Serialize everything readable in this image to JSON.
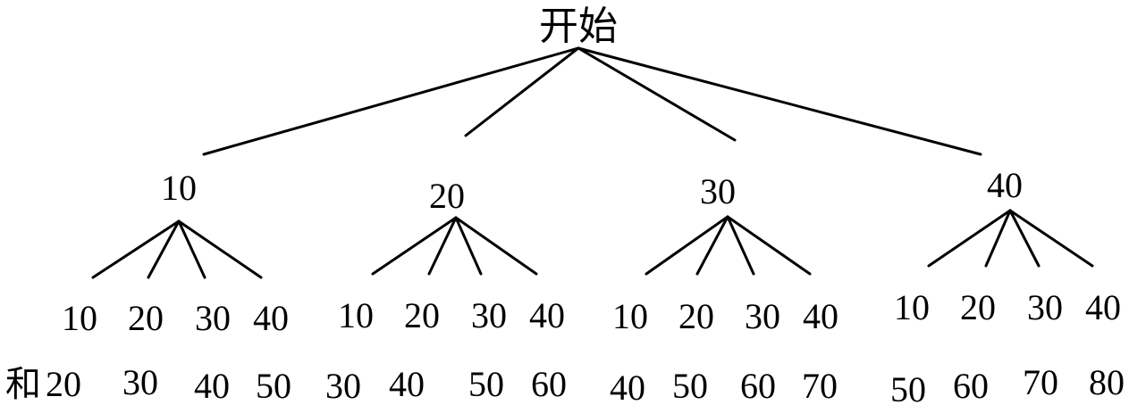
{
  "tree": {
    "root_label": "开始",
    "level1": [
      {
        "label": "10",
        "children": [
          "10",
          "20",
          "30",
          "40"
        ],
        "sums": [
          "20",
          "30",
          "40",
          "50"
        ]
      },
      {
        "label": "20",
        "children": [
          "10",
          "20",
          "30",
          "40"
        ],
        "sums": [
          "30",
          "40",
          "50",
          "60"
        ]
      },
      {
        "label": "30",
        "children": [
          "10",
          "20",
          "30",
          "40"
        ],
        "sums": [
          "40",
          "50",
          "60",
          "70"
        ]
      },
      {
        "label": "40",
        "children": [
          "10",
          "20",
          "30",
          "40"
        ],
        "sums": [
          "50",
          "60",
          "70",
          "80"
        ]
      }
    ],
    "sum_prefix": "和"
  }
}
